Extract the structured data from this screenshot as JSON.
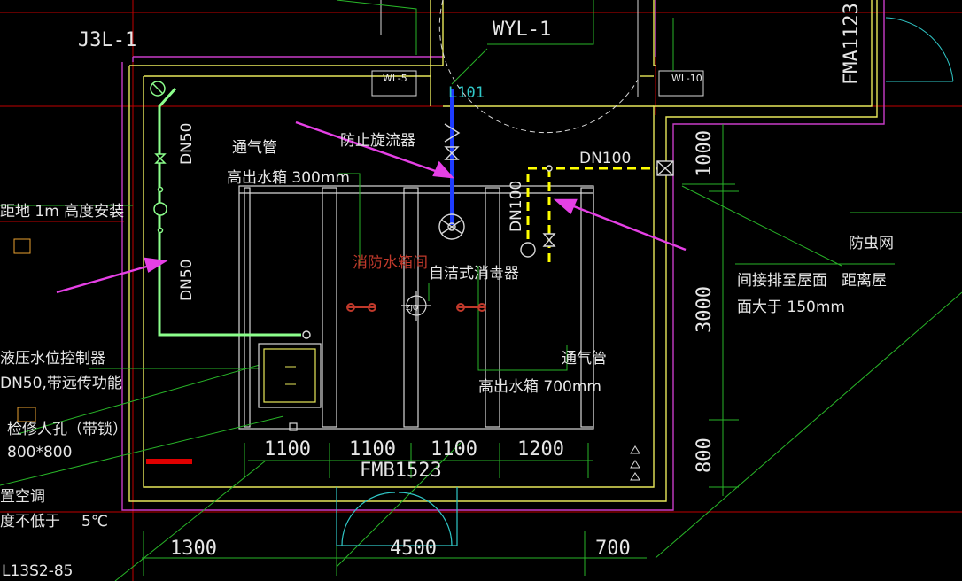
{
  "labels": {
    "j3l": "J3L-1",
    "wyl": "WYL-1",
    "fma": "FMA1123",
    "wl5": "WL-5",
    "wl10": "WL-10",
    "l101": "L101",
    "dn50_top": "DN50",
    "dn50_bottom": "DN50",
    "dn100_h": "DN100",
    "dn100_v": "DN100",
    "vent_pipe_1a": "通气管",
    "vent_pipe_1b": "高出水箱 300mm",
    "vortex_preventer": "防止旋流器",
    "room_name": "消防水箱间",
    "self_cleaning_disinfector": "自洁式消毒器",
    "vent_pipe_2a": "通气管",
    "vent_pipe_2b": "高出水箱 700mm",
    "install_height": "距地 1m 高度安装",
    "level_ctrl_a": "液压水位控制器",
    "level_ctrl_b": "DN50,带远传功能",
    "manhole_a": "检修人孔（带锁）",
    "manhole_b": "800*800",
    "ac_a": "置空调",
    "ac_b": "度不低于",
    "ac_c": "5℃",
    "ref": "L13S2-85",
    "insect_screen": "防虫网",
    "distance": "距离屋",
    "indirect_a": "间接排至屋面",
    "indirect_b": "面大于 150mm",
    "fmb": "FMB1523",
    "dim_1100_1": "1100",
    "dim_1100_2": "1100",
    "dim_1100_3": "1100",
    "dim_1200": "1200",
    "dim_1300": "1300",
    "dim_4500": "4500",
    "dim_700": "700",
    "dim_1000": "1000",
    "dim_3000": "3000",
    "dim_800": "800",
    "zjq": "ZJQ"
  },
  "colors": {
    "yellow_wall": "#e8e85a",
    "magenta": "#c83cc8",
    "green_pipe": "#8cff8c",
    "blue_pipe": "#1e3cff",
    "yellow_pipe": "#ffff00",
    "red_line": "#c00000",
    "arrow": "#e640e6",
    "cyan": "#30c8c8",
    "white_line": "#d8d8d8",
    "green_line": "#28b428"
  }
}
